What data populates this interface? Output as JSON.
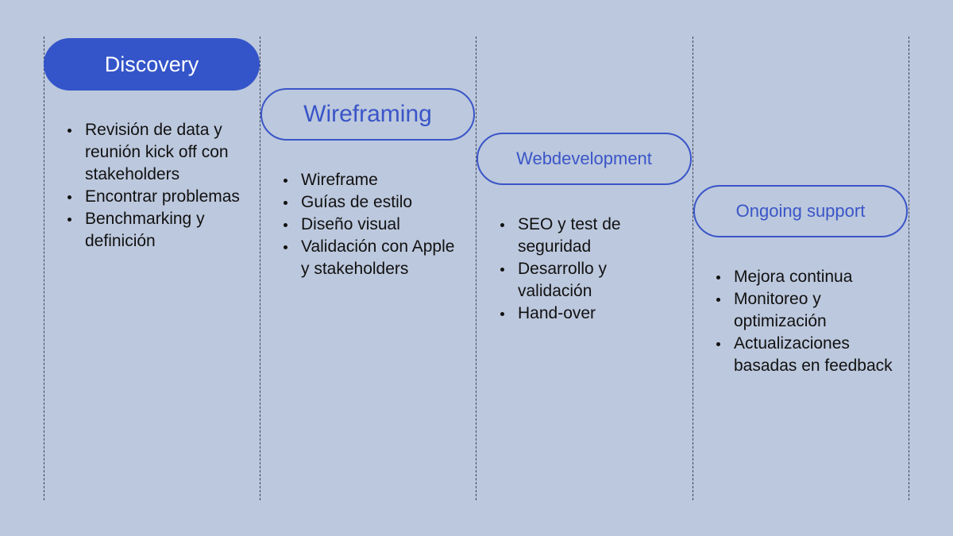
{
  "phases": [
    {
      "label": "Discovery",
      "style": "filled",
      "items": [
        "Revisión de data y reunión kick off con stakeholders",
        "Encontrar problemas",
        "Benchmarking y definición"
      ]
    },
    {
      "label": "Wireframing",
      "style": "outline",
      "items": [
        "Wireframe",
        "Guías de estilo",
        "Diseño visual",
        "Validación con Apple y stakeholders"
      ]
    },
    {
      "label": "Webdevelopment",
      "style": "outline",
      "items": [
        "SEO y test de seguridad",
        "Desarrollo y validación",
        "Hand-over"
      ]
    },
    {
      "label": "Ongoing support",
      "style": "outline",
      "items": [
        "Mejora continua",
        "Monitoreo y optimización",
        "Actualizaciones basadas en feedback"
      ]
    }
  ],
  "colors": {
    "background": "#bcc8dd",
    "accent": "#3455c9",
    "text": "#111111",
    "divider": "#3b4256"
  }
}
